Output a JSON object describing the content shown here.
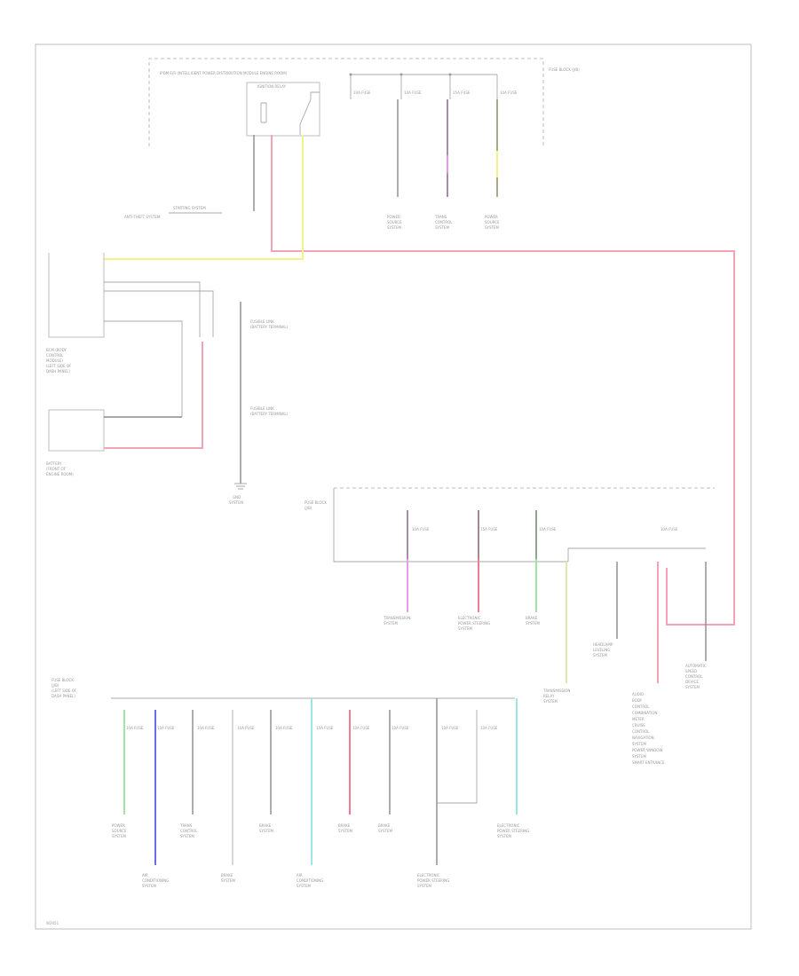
{
  "page_code": "W2051",
  "wire_colors": {
    "red": "#f4a3b4",
    "yellow": "#f5f28a",
    "magenta": "#e79ae8",
    "green": "#9fe3a5",
    "blue": "#6b6bef",
    "cyan": "#9ee6e3",
    "olive": "#e2e6b0",
    "crimson": "#f27b8f",
    "gray": "#8a8a8a"
  },
  "labels": {
    "ipdm_title": "IPDM E/R (INTELLIGENT POWER DISTRIBUTION MODULE ENGINE ROOM)",
    "ipdm_right": "FUSE BLOCK (J/B)",
    "ignition_relay": "IGNITION RELAY",
    "fuse_a": "10A FUSE",
    "fuse_b": "10A FUSE",
    "fuse_c": "15A FUSE",
    "fuse_d": "10A FUSE",
    "starter_lbl": "STARTING SYSTEM",
    "dest_a1": "POWER",
    "dest_a2": "SOURCE",
    "dest_a3": "SYSTEM",
    "dest_b1": "TRANS",
    "dest_b2": "CONTROL",
    "dest_b3": "SYSTEM",
    "dest_c1": "POWER",
    "dest_c2": "SOURCE",
    "dest_c3": "SYSTEM",
    "anti_theft": "ANTI-THEFT SYSTEM",
    "bcm1": "BCM (BODY",
    "bcm2": "CONTROL",
    "bcm3": "MODULE)",
    "bcm4": "(LEFT SIDE OF",
    "bcm5": "DASH PANEL)",
    "battery1": "BATTERY",
    "battery2": "(FRONT OF",
    "battery3": "ENGINE ROOM)",
    "fuse_link1": "FUSIBLE LINK",
    "fuse_link2": "(BATTERY TERMINAL)",
    "fuse_link3": "FUSIBLE LINK",
    "fuse_link4": "(BATTERY TERMINAL)",
    "ground": "GND",
    "ground_sub": "SYSTEM",
    "mid_title1": "FUSE BLOCK",
    "mid_title2": "(J/B)",
    "mid_fuse_a": "10A FUSE",
    "mid_fuse_b": "15A FUSE",
    "mid_fuse_c": "10A FUSE",
    "mid_fuse_d": "10A FUSE",
    "mid_dest_a1": "TRANSMISSION",
    "mid_dest_a2": "SYSTEM",
    "mid_dest_b1": "ELECTRONIC",
    "mid_dest_b2": "POWER STEERING",
    "mid_dest_b3": "SYSTEM",
    "mid_dest_c1": "BRAKE",
    "mid_dest_c2": "SYSTEM",
    "mid_dest_d1": "HEADLAMP",
    "mid_dest_d2": "LEVELING",
    "mid_dest_d3": "SYSTEM",
    "mid_dest_e1": "TRANSMISSION",
    "mid_dest_e2": "RELAY",
    "mid_dest_e3": "SYSTEM",
    "mid_dest_f1": "AUTOMATIC",
    "mid_dest_f2": "SPEED",
    "mid_dest_f3": "CONTROL",
    "mid_dest_f4": "DEVICE",
    "mid_dest_f5": "SYSTEM",
    "big_dest_1": "AUDIO",
    "big_dest_2": "BODY",
    "big_dest_3": "CONTROL",
    "big_dest_4": "COMBINATION",
    "big_dest_5": "METER",
    "big_dest_6": "CRUISE",
    "big_dest_7": "CONTROL",
    "big_dest_8": "NAVIGATION",
    "big_dest_9": "SYSTEM",
    "big_dest_10": "POWER WINDOW",
    "big_dest_11": "SYSTEM",
    "big_dest_12": "SMART ENTRANCE",
    "lower_title1": "FUSE BLOCK",
    "lower_title2": "(J/B)",
    "lower_title3": "(LEFT SIDE OF",
    "lower_title4": "DASH PANEL)",
    "low_fuse_1": "10A FUSE",
    "low_fuse_2": "10A FUSE",
    "low_fuse_3": "10A FUSE",
    "low_fuse_4": "10A FUSE",
    "low_fuse_5": "10A FUSE",
    "low_fuse_6": "10A FUSE",
    "low_fuse_7": "10A FUSE",
    "low_fuse_8": "10A FUSE",
    "low_fuse_9": "10A FUSE",
    "low_fuse_10": "10A FUSE",
    "low_dest_1a": "POWER",
    "low_dest_1b": "SOURCE",
    "low_dest_1c": "SYSTEM",
    "low_dest_2a": "AIR",
    "low_dest_2b": "CONDITIONING",
    "low_dest_2c": "SYSTEM",
    "low_dest_3a": "TRANS",
    "low_dest_3b": "CONTROL",
    "low_dest_3c": "SYSTEM",
    "low_dest_4a": "BRAKE",
    "low_dest_4b": "SYSTEM",
    "low_dest_5a": "BRAKE",
    "low_dest_5b": "SYSTEM",
    "low_dest_6a": "AIR",
    "low_dest_6b": "CONDITIONING",
    "low_dest_6c": "SYSTEM",
    "low_dest_7a": "BRAKE",
    "low_dest_7b": "SYSTEM",
    "low_dest_8a": "BRAKE",
    "low_dest_8b": "SYSTEM",
    "low_dest_9a": "ELECTRONIC",
    "low_dest_9b": "POWER STEERING",
    "low_dest_9c": "SYSTEM",
    "low_dest_10a": "ELECTRONIC",
    "low_dest_10b": "POWER STEERING",
    "low_dest_10c": "SYSTEM"
  }
}
